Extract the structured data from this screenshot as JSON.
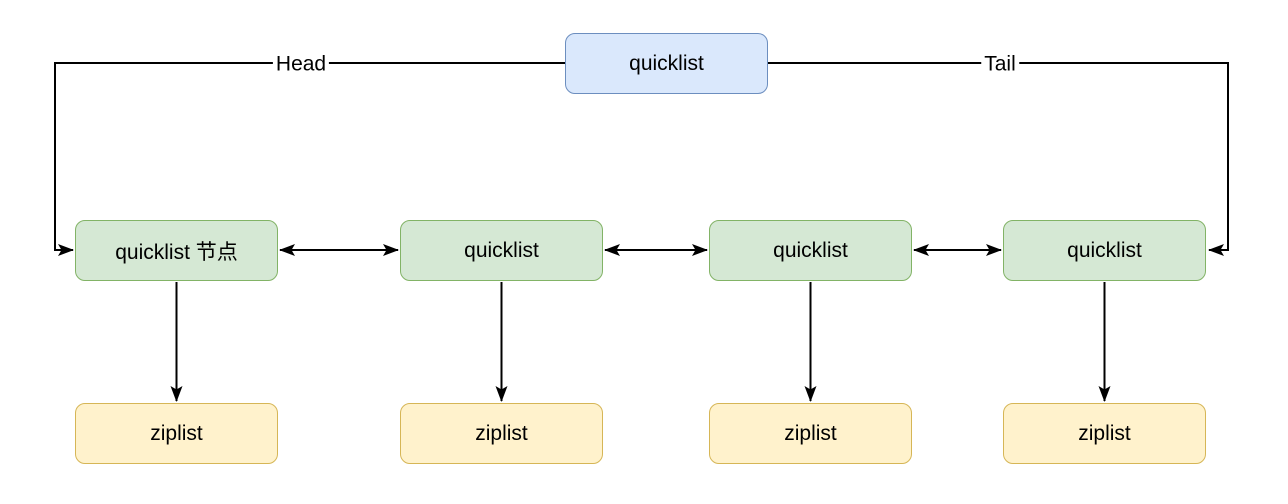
{
  "root_node": {
    "label": "quicklist"
  },
  "edges": {
    "head_label": "Head",
    "tail_label": "Tail"
  },
  "quicklist_nodes": [
    {
      "label": "quicklist 节点"
    },
    {
      "label": "quicklist"
    },
    {
      "label": "quicklist"
    },
    {
      "label": "quicklist"
    }
  ],
  "ziplist_nodes": [
    {
      "label": "ziplist"
    },
    {
      "label": "ziplist"
    },
    {
      "label": "ziplist"
    },
    {
      "label": "ziplist"
    }
  ],
  "colors": {
    "root_fill": "#dae8fc",
    "root_border": "#6c8ebf",
    "node_fill": "#d5e8d4",
    "node_border": "#82b366",
    "ziplist_fill": "#fff2cc",
    "ziplist_border": "#d6b656",
    "line": "#000000",
    "background": "#ffffff"
  }
}
